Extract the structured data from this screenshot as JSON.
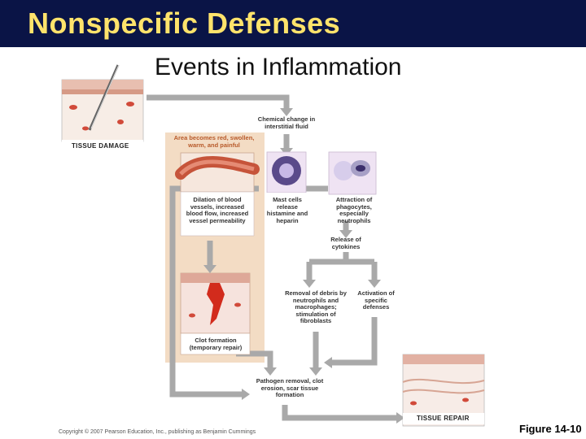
{
  "header": {
    "title": "Nonspecific Defenses",
    "subtitle": "Events in Inflammation"
  },
  "diagram": {
    "tissue_damage": "TISSUE DAMAGE",
    "chemical_change": "Chemical change in interstitial fluid",
    "area_becomes": "Area becomes red, swollen, warm, and painful",
    "dilation": "Dilation of blood vessels, increased blood flow, increased vessel permeability",
    "mast_cells": "Mast cells release histamine and heparin",
    "attraction": "Attraction of phagocytes, especially neutrophils",
    "release_cytokines": "Release of cytokines",
    "removal_debris": "Removal of debris by neutrophils and macrophages; stimulation of fibroblasts",
    "activation": "Activation of specific defenses",
    "clot_formation": "Clot formation (temporary repair)",
    "pathogen_removal": "Pathogen removal, clot erosion, scar tissue formation",
    "tissue_repair": "TISSUE REPAIR"
  },
  "footer": {
    "copyright": "Copyright © 2007 Pearson Education, Inc., publishing as Benjamin Cummings",
    "figure": "Figure 14-10"
  }
}
